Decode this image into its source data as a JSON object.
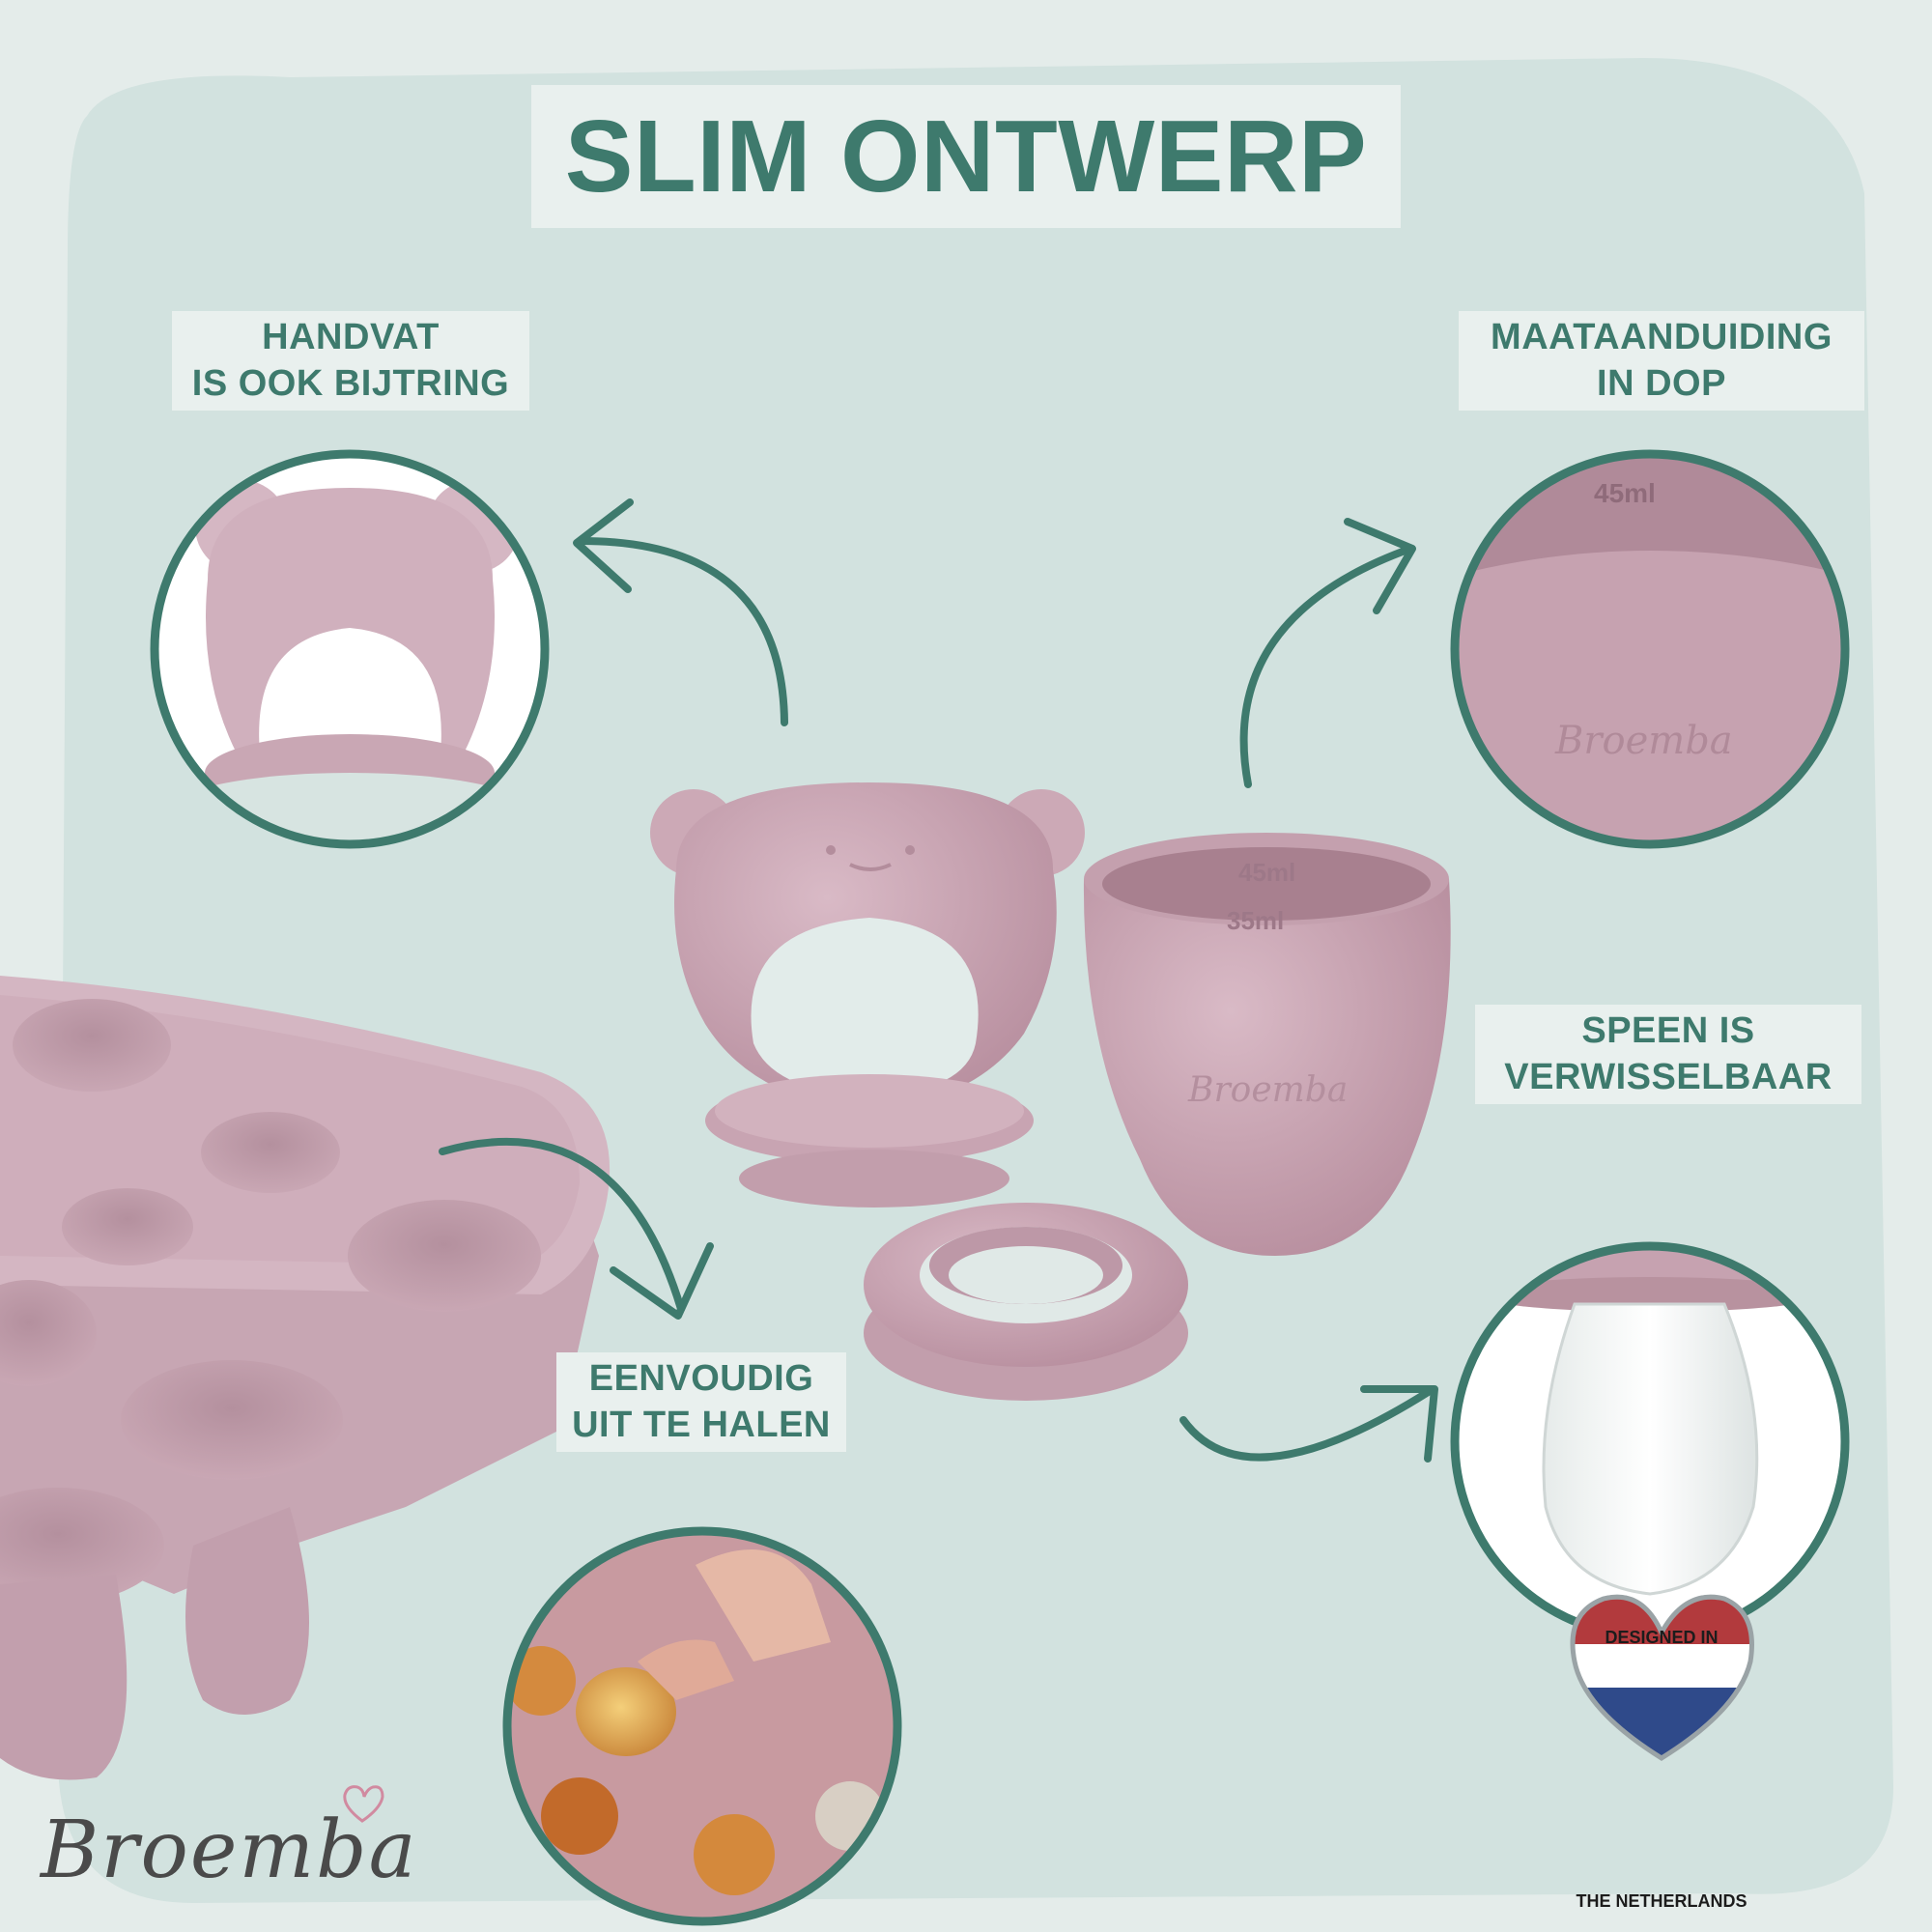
{
  "title": "SLIM ONTWERP",
  "features": {
    "handvat": {
      "line1": "HANDVAT",
      "line2": "IS OOK BIJTRING"
    },
    "maat": {
      "line1": "MAATAANDUIDING",
      "line2": "IN DOP"
    },
    "speen": {
      "line1": "SPEEN IS",
      "line2": "VERWISSELBAAR"
    },
    "eenvoudig": {
      "line1": "EENVOUDIG",
      "line2": "UIT TE HALEN"
    }
  },
  "cup_markings": {
    "top": "45ml",
    "bottom": "35ml"
  },
  "brand": {
    "name": "Broemba"
  },
  "badge": {
    "top": "DESIGNED IN",
    "bottom": "THE NETHERLANDS"
  },
  "colors": {
    "accent": "#3e7a6d",
    "product": "#c9a7b4",
    "background": "#e4ecea",
    "label_bg": "#e9f0ee"
  }
}
